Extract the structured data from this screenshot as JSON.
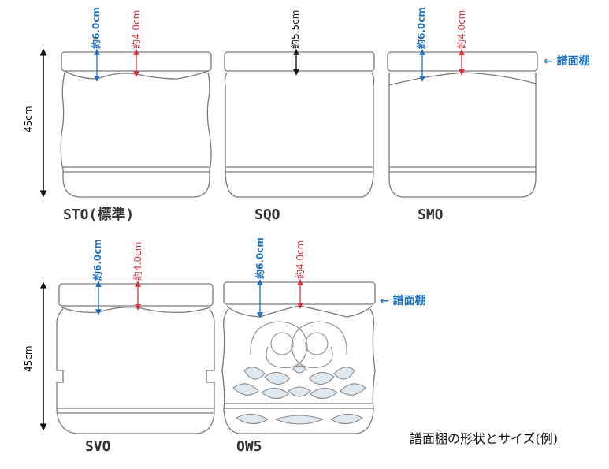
{
  "colors": {
    "blue": "#1f6fbf",
    "red": "#d6333f",
    "black": "#111111"
  },
  "height_label": "45cm",
  "shelf_label": "← 譜面棚",
  "caption": "譜面棚の形状とサイズ(例)",
  "shapes": [
    {
      "name": "STO(標準)",
      "blue": "約6.0cm",
      "red": "約4.0cm"
    },
    {
      "name": "SQO",
      "black": "約5.5cm"
    },
    {
      "name": "SMO",
      "blue": "約6.0cm",
      "red": "約4.0cm"
    },
    {
      "name": "SVO",
      "blue": "約6.0cm",
      "red": "約4.0cm"
    },
    {
      "name": "OW5",
      "blue": "約6.0cm",
      "red": "約4.0cm"
    }
  ]
}
